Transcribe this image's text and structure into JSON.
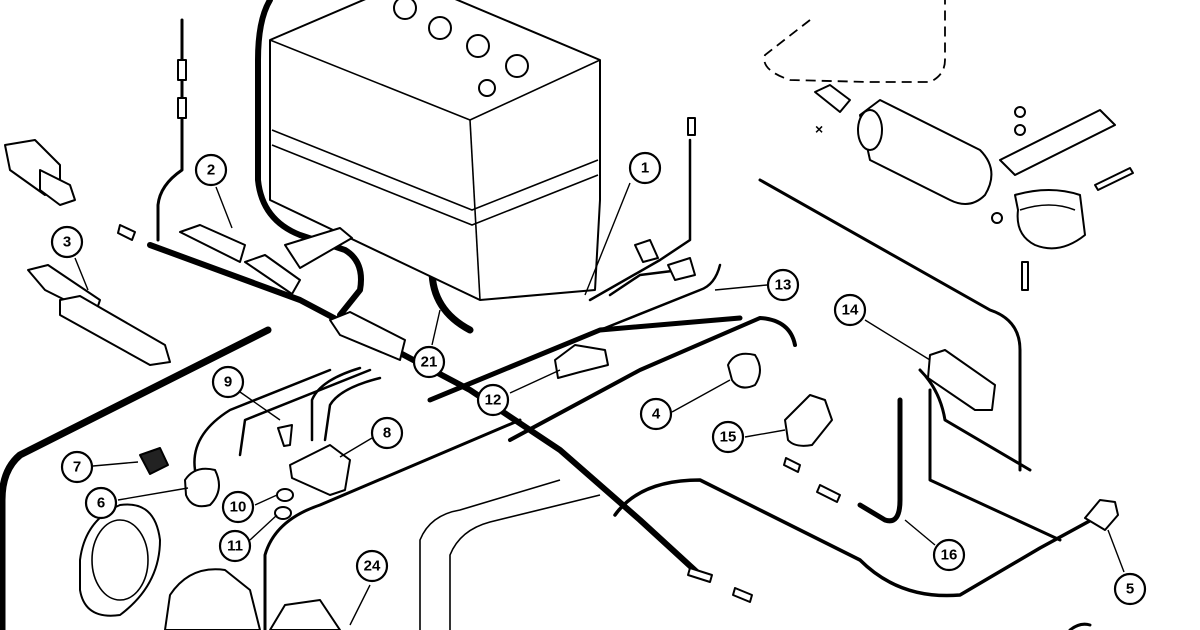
{
  "diagram": {
    "callouts": [
      {
        "id": "c1",
        "label": "1"
      },
      {
        "id": "c2",
        "label": "2"
      },
      {
        "id": "c3",
        "label": "3"
      },
      {
        "id": "c4",
        "label": "4"
      },
      {
        "id": "c5",
        "label": "5"
      },
      {
        "id": "c6",
        "label": "6"
      },
      {
        "id": "c7",
        "label": "7"
      },
      {
        "id": "c8",
        "label": "8"
      },
      {
        "id": "c9",
        "label": "9"
      },
      {
        "id": "c10",
        "label": "10"
      },
      {
        "id": "c11",
        "label": "11"
      },
      {
        "id": "c12",
        "label": "12"
      },
      {
        "id": "c13",
        "label": "13"
      },
      {
        "id": "c14",
        "label": "14"
      },
      {
        "id": "c15",
        "label": "15"
      },
      {
        "id": "c16",
        "label": "16"
      },
      {
        "id": "c21",
        "label": "21"
      },
      {
        "id": "c24",
        "label": "24"
      }
    ],
    "polarity_mark": "×"
  }
}
